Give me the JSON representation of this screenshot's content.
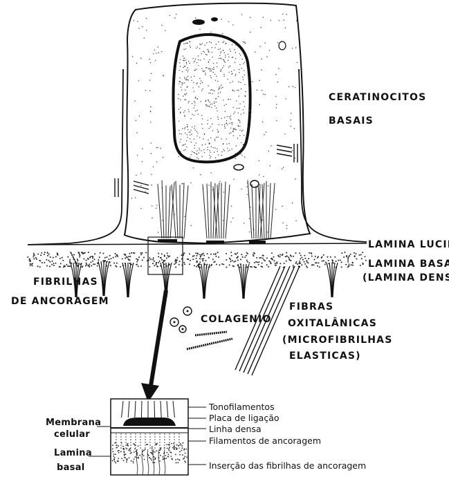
{
  "labels": {
    "ceratinocitos_1": "CERATINOCITOS",
    "ceratinocitos_2": "BASAIS",
    "lamina_lucida": "LAMINA LUCIDA",
    "lamina_basal_1": "LAMINA BASAL",
    "lamina_basal_2": "(LAMINA DENSA)",
    "fibrilhas_1": "FIBRILHAS",
    "fibrilhas_2": "DE ANCORAGEM",
    "colagenio": "COLAGENIO",
    "fibras_1": "FIBRAS",
    "fibras_2": "OXITALÂNICAS",
    "fibras_3": "(MICROFIBRILHAS",
    "fibras_4": "ELASTICAS)"
  },
  "detail_labels": {
    "tonofilamentos": "Tonofilamentos",
    "placa": "Placa de ligação",
    "linha_densa": "Linha densa",
    "filamentos": "Filamentos de ancoragem",
    "insercao": "Inserção das fibrilhas de ancoragem",
    "membrana_1": "Membrana",
    "membrana_2": "celular",
    "lamina_1": "Lamina",
    "lamina_2": "basal"
  }
}
